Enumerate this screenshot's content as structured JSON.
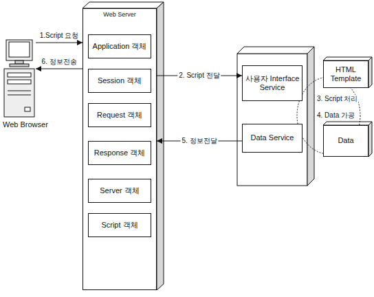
{
  "diagram": {
    "nodes": [
      {
        "text": [
          "Web Browser"
        ]
      },
      {
        "text": [
          "Web Server"
        ]
      },
      {
        "text": [
          "Application 객체"
        ],
        "in": 1
      },
      {
        "text": [
          "Session 객체"
        ],
        "in": 1
      },
      {
        "text": [
          "Request 객체"
        ],
        "in": 1
      },
      {
        "text": [
          "Response 객체"
        ],
        "in": 1
      },
      {
        "text": [
          "Server 객체"
        ],
        "in": 1
      },
      {
        "text": [
          "Script 객체"
        ],
        "in": 1
      },
      {
        "text": [
          "사용자 Interface Service"
        ]
      },
      {
        "text": [
          "HTML Template"
        ]
      },
      {
        "text": [
          "Data Service"
        ]
      },
      {
        "text": [
          "Data"
        ]
      }
    ],
    "edges": [
      {
        "from": 0,
        "to": 1,
        "label": "1.Script 요청",
        "arrow": "to"
      },
      {
        "from": 1,
        "to": 8,
        "label": "2. Script 전달",
        "arrow": "to"
      },
      {
        "from": 10,
        "to": 1,
        "label": "5. 정보전달",
        "arrow": "to"
      },
      {
        "from": 1,
        "to": 0,
        "label": "6. 정보전송",
        "arrow": "to"
      }
    ],
    "labels": [
      "3. Script 처리",
      "4. Data 가공"
    ]
  }
}
